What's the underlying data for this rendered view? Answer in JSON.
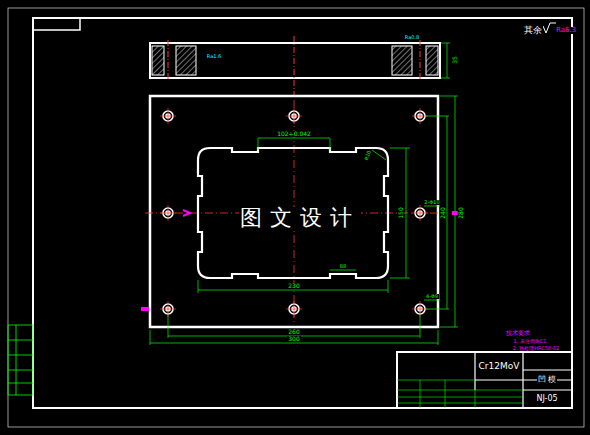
{
  "diagram": {
    "labels": [
      "其余",
      "Ra6.3",
      "图文设计",
      "260",
      "300",
      "102+0.042",
      "R10",
      "88",
      "230",
      "150",
      "2-Φ10",
      "4-Φ9",
      "240",
      "280",
      "Cr12MoV",
      "凹 模",
      "NJ-05",
      "技术要求",
      "1. 未注倒角C1",
      "2. 热处理HRC58-62",
      "Ra1.6",
      "Ra0.8",
      "35"
    ]
  }
}
